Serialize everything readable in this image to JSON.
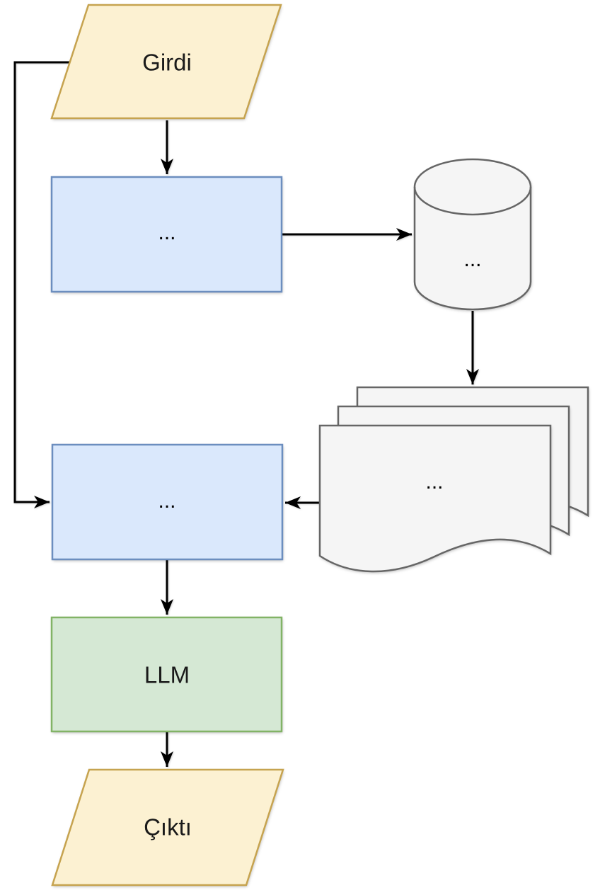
{
  "diagram": {
    "kind": "flowchart",
    "background": "#ffffff",
    "colors": {
      "io_fill": "#FCF1D2",
      "io_stroke": "#C6A34F",
      "process_fill": "#DAE8FC",
      "process_stroke": "#6C8EBF",
      "llm_fill": "#D5E8D4",
      "llm_stroke": "#82B366",
      "data_fill": "#F5F5F5",
      "data_stroke": "#666666",
      "arrow": "#000000",
      "text": "#1a1a1a"
    },
    "nodes": {
      "input": {
        "label": "Girdi",
        "shape": "parallelogram",
        "role": "input"
      },
      "process1": {
        "label": "...",
        "shape": "rectangle",
        "role": "process"
      },
      "database": {
        "label": "...",
        "shape": "cylinder",
        "role": "data-store"
      },
      "documents": {
        "label": "...",
        "shape": "multi-document",
        "role": "documents"
      },
      "process2": {
        "label": "...",
        "shape": "rectangle",
        "role": "process"
      },
      "llm": {
        "label": "LLM",
        "shape": "rectangle",
        "role": "model"
      },
      "output": {
        "label": "Çıktı",
        "shape": "parallelogram",
        "role": "output"
      }
    },
    "edges": [
      {
        "from": "input",
        "to": "process1",
        "direction": "down"
      },
      {
        "from": "input",
        "to": "process2",
        "direction": "left-bypass-down"
      },
      {
        "from": "process1",
        "to": "database",
        "direction": "right"
      },
      {
        "from": "database",
        "to": "documents",
        "direction": "down"
      },
      {
        "from": "documents",
        "to": "process2",
        "direction": "left"
      },
      {
        "from": "process2",
        "to": "llm",
        "direction": "down"
      },
      {
        "from": "llm",
        "to": "output",
        "direction": "down"
      }
    ]
  }
}
